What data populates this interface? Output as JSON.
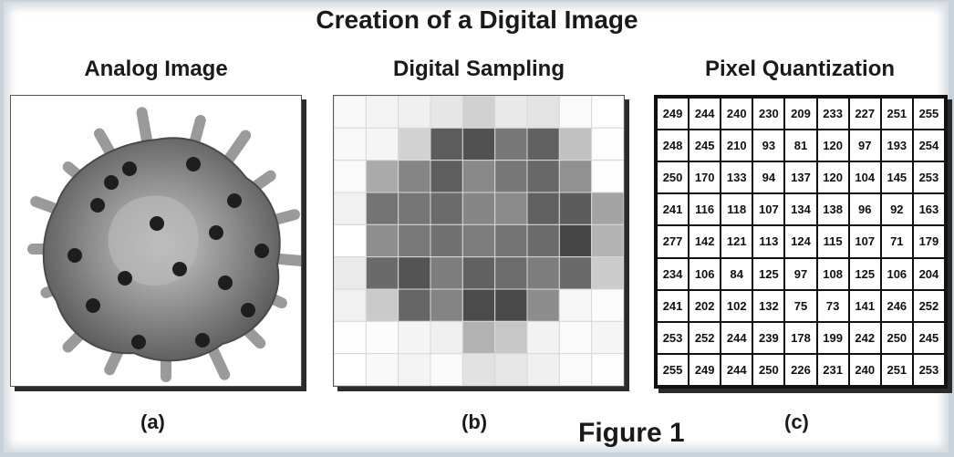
{
  "title": "Creation of a Digital Image",
  "panels": {
    "a": {
      "title": "Analog Image",
      "caption": "(a)"
    },
    "b": {
      "title": "Digital Sampling",
      "caption": "(b)"
    },
    "c": {
      "title": "Pixel Quantization",
      "caption": "(c)"
    }
  },
  "figure_label": "Figure 1",
  "pixel_values": [
    [
      "249",
      "244",
      "240",
      "230",
      "209",
      "233",
      "227",
      "251",
      "255"
    ],
    [
      "248",
      "245",
      "210",
      "93",
      "81",
      "120",
      "97",
      "193",
      "254"
    ],
    [
      "250",
      "170",
      "133",
      "94",
      "137",
      "120",
      "104",
      "145",
      "253"
    ],
    [
      "241",
      "116",
      "118",
      "107",
      "134",
      "138",
      "96",
      "92",
      "163"
    ],
    [
      "277",
      "142",
      "121",
      "113",
      "124",
      "115",
      "107",
      "71",
      "179"
    ],
    [
      "234",
      "106",
      "84",
      "125",
      "97",
      "108",
      "125",
      "106",
      "204"
    ],
    [
      "241",
      "202",
      "102",
      "132",
      "75",
      "73",
      "141",
      "246",
      "252"
    ],
    [
      "253",
      "252",
      "244",
      "239",
      "178",
      "199",
      "242",
      "250",
      "245"
    ],
    [
      "255",
      "249",
      "244",
      "250",
      "226",
      "231",
      "240",
      "251",
      "253"
    ]
  ]
}
